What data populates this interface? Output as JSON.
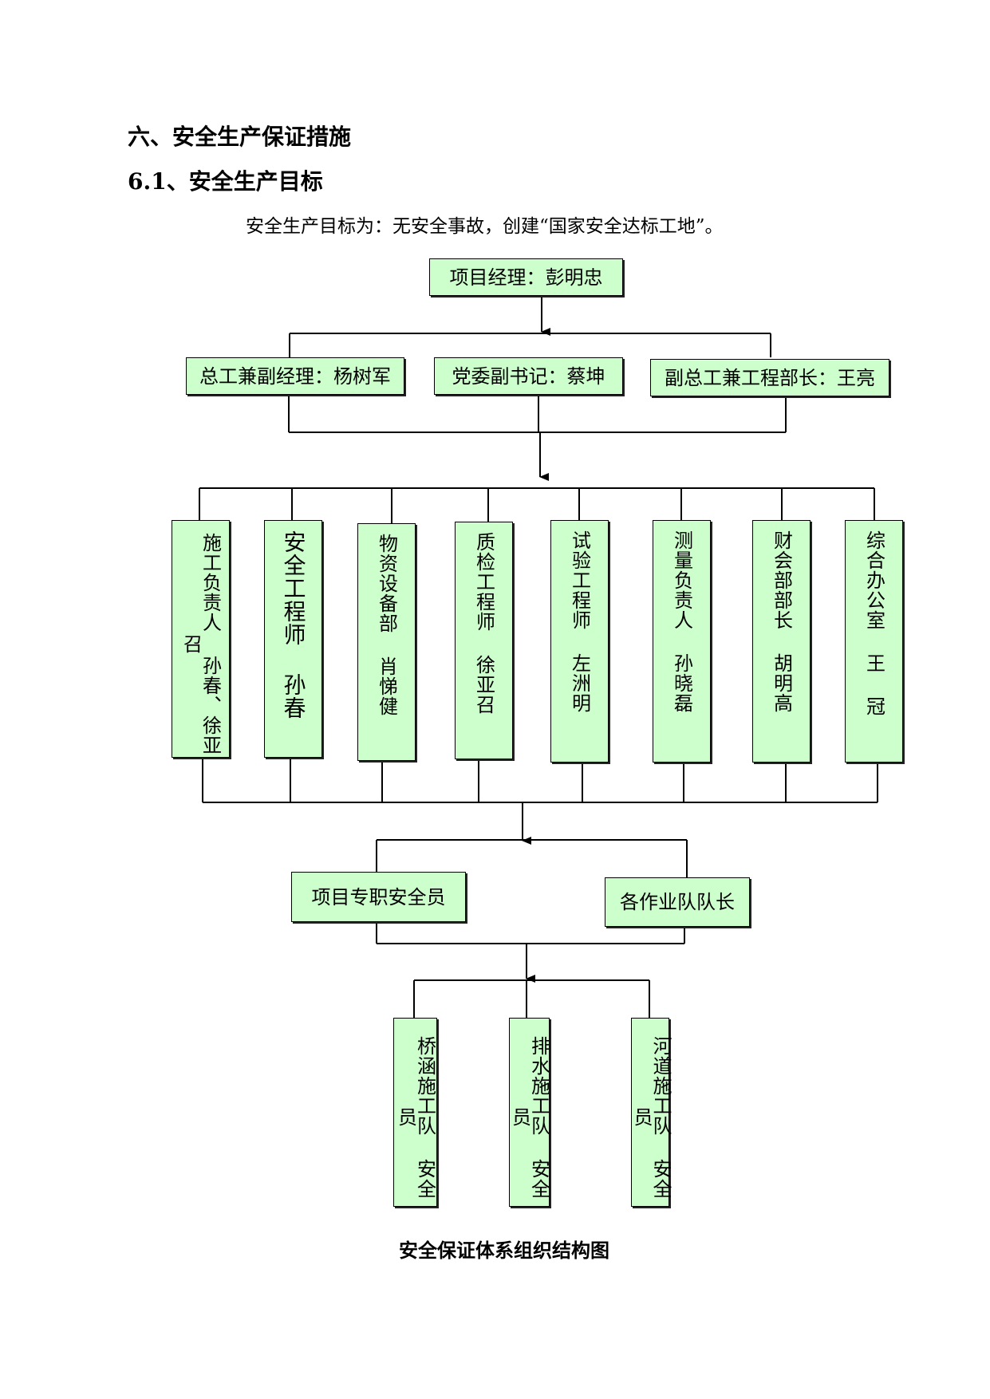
{
  "heading": "六、安全生产保证措施",
  "subheading": "6.1、安全生产目标",
  "intro": "安全生产目标为：无安全事故，创建“国家安全达标工地”。",
  "org": {
    "manager": "项目经理：彭明忠",
    "deputies": [
      "总工兼副经理：杨树军",
      "党委副书记：蔡坤",
      "副总工兼工程部长：王亮"
    ],
    "departments": [
      "施工负责人 孙春、徐亚召",
      "安全工程师 孙春",
      "物资设备部 肖悌健",
      "质检工程师 徐亚召",
      "试验工程师 左洲明",
      "测量负责人 孙晓磊",
      "财会部部长 胡明高",
      "综合办公室 王 冠"
    ],
    "safety_officer": "项目专职安全员",
    "team_leaders": "各作业队队长",
    "teams": [
      "桥涵施工队 安全员",
      "排水施工队 安全员",
      "河道施工队 安全员"
    ]
  },
  "caption": "安全保证体系组织结构图"
}
